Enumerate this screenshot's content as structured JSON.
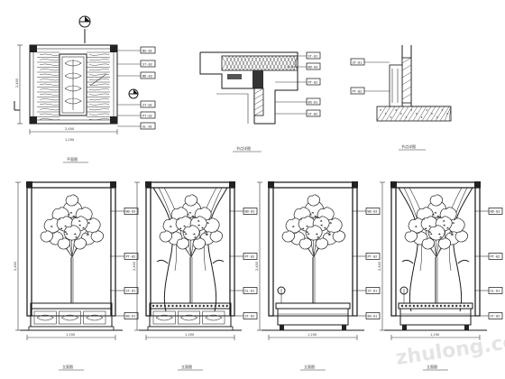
{
  "watermark": "zhulong.com",
  "plan_view": {
    "caption": "平面图",
    "dimensions": [
      "2,400",
      "2,400",
      "1,200"
    ],
    "tags": [
      "BG-01",
      "ST-02",
      "WD-03",
      "ST-01",
      "PT-02",
      "GL-01"
    ],
    "section_marker": "A"
  },
  "detail_1": {
    "caption": "节点详图",
    "tags": [
      "ST-01",
      "WD-03",
      "PT-02",
      "BG-01",
      "ST-02"
    ]
  },
  "detail_2": {
    "caption": "节点详图",
    "tags": [
      "ST-01",
      "PT-02"
    ]
  },
  "elevations": [
    {
      "id": "elevation-1",
      "caption": "立面图",
      "dimensions": [
        "2,400",
        "1,200"
      ],
      "tags": [
        "WD-03",
        "PT-02",
        "ST-01",
        "BG-01"
      ],
      "has_curtain": false
    },
    {
      "id": "elevation-2",
      "caption": "立面图",
      "dimensions": [
        "2,400",
        "1,200"
      ],
      "tags": [
        "WD-03",
        "PT-02",
        "GL-01",
        "ST-02"
      ],
      "has_curtain": true
    },
    {
      "id": "elevation-3",
      "caption": "立面图",
      "dimensions": [
        "2,400",
        "1,200"
      ],
      "tags": [
        "WD-03",
        "PT-02",
        "ST-01",
        "BG-01"
      ],
      "has_curtain": false
    },
    {
      "id": "elevation-4",
      "caption": "立面图",
      "dimensions": [
        "2,400",
        "1,200"
      ],
      "tags": [
        "WD-03",
        "PT-02",
        "GL-01",
        "ST-02"
      ],
      "has_curtain": true
    }
  ]
}
